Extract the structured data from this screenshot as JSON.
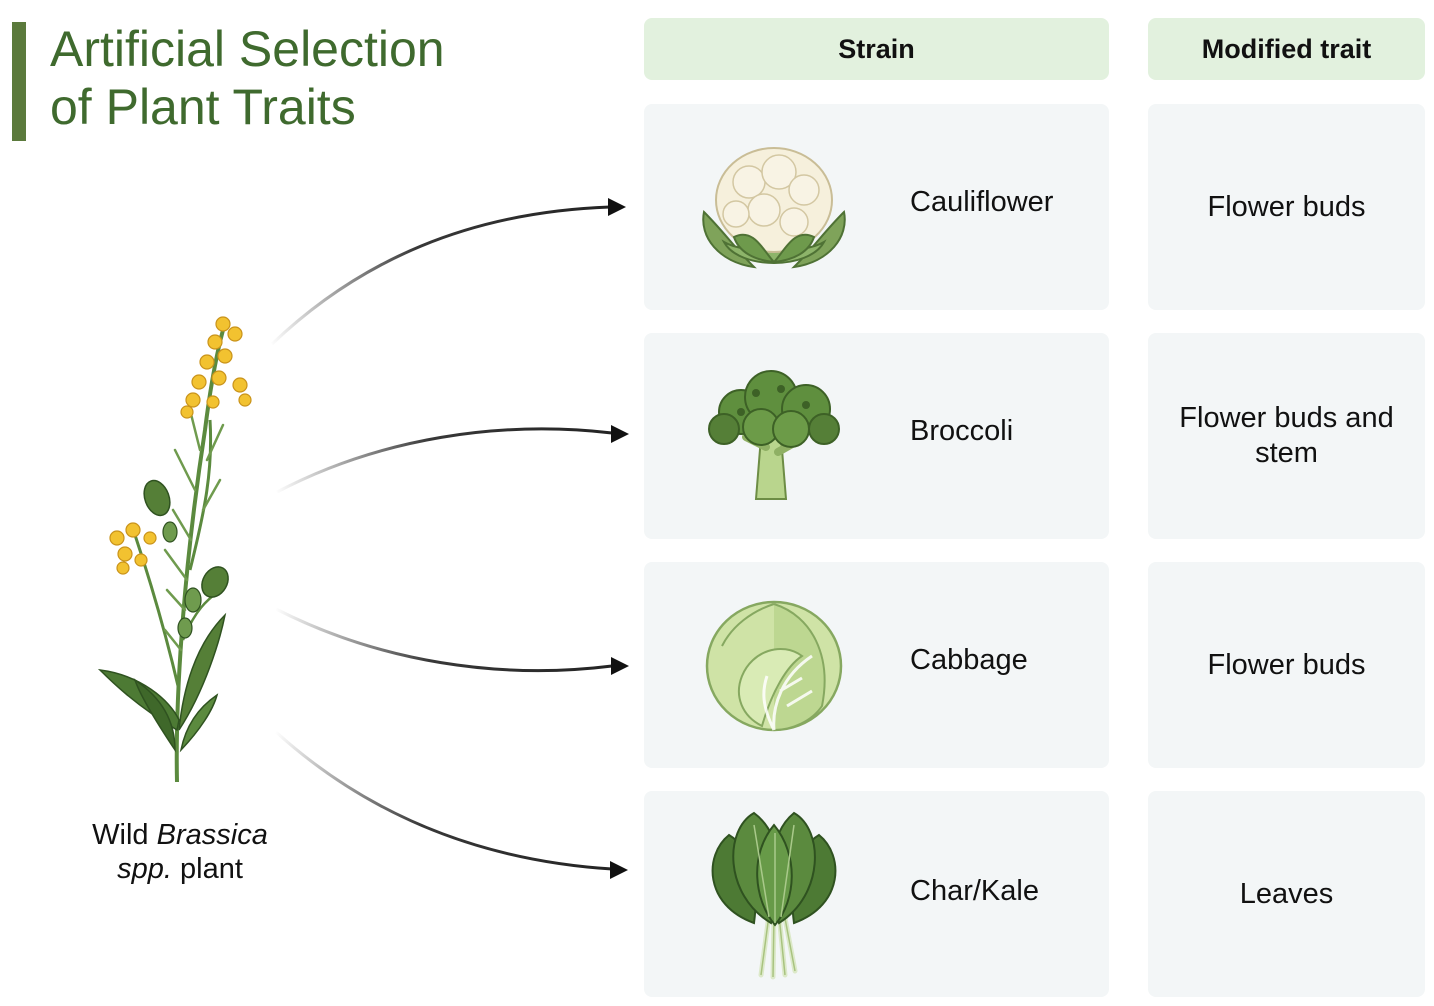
{
  "title": {
    "line1": "Artificial Selection",
    "line2": "of Plant Traits"
  },
  "headers": {
    "strain": "Strain",
    "trait": "Modified trait"
  },
  "rows": [
    {
      "strain": "Cauliflower",
      "trait": "Flower buds",
      "icon": "cauliflower-icon"
    },
    {
      "strain": "Broccoli",
      "trait": "Flower buds and stem",
      "icon": "broccoli-icon"
    },
    {
      "strain": "Cabbage",
      "trait": "Flower buds",
      "icon": "cabbage-icon"
    },
    {
      "strain": "Char/Kale",
      "trait": "Leaves",
      "icon": "kale-icon"
    }
  ],
  "plant": {
    "prefix": "Wild ",
    "genus": "Brassica",
    "species": "spp.",
    "suffix": " plant",
    "icon": "wild-brassica-plant-icon"
  },
  "colors": {
    "title": "#3f6a2e",
    "header_bg": "#e2f1de",
    "cell_bg": "#f3f6f7",
    "flower_yellow": "#f2c230",
    "leaf_green": "#4f7a35"
  }
}
